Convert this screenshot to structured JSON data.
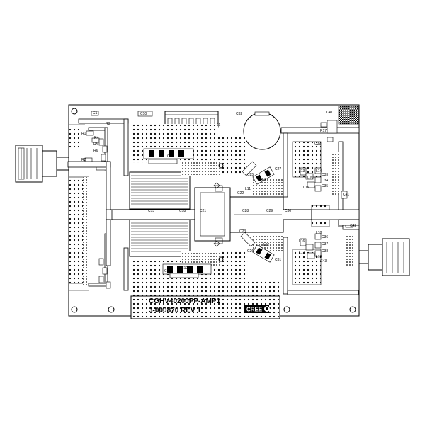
{
  "board": {
    "part_number": "CGHV40200PP-AMP1",
    "revision": "3-000870 REV 1",
    "logo": "CREE"
  },
  "labels": {
    "c1": "C1",
    "c10": "C10",
    "c11": "C11",
    "c12": "C12",
    "c13": "C13",
    "c15": "C15",
    "c18": "C18",
    "c21": "C21",
    "c22": "C22",
    "c23": "C23",
    "c24": "C24",
    "c25": "C25",
    "c26": "C26",
    "c27": "C27",
    "c28": "C28",
    "c29": "C29",
    "c30": "C30",
    "c31": "C31",
    "c32": "C32",
    "c33": "C33",
    "c34": "C34",
    "c35": "C35",
    "c36": "C36",
    "c37": "C37",
    "c38": "C38",
    "c39": "C39",
    "c40": "C40",
    "c41": "C41",
    "c42": "C42",
    "c43": "C43",
    "r1": "R1",
    "r2": "R2",
    "r3": "R3",
    "r4": "R4",
    "r5": "R5",
    "r6": "R6",
    "r17": "R17",
    "j1": "J1",
    "l11": "L11",
    "l12": "L12",
    "l13": "L13",
    "l14": "L14",
    "l15": "L15",
    "l16": "L16",
    "l17": "L17",
    "l18": "L18",
    "l19": "L19",
    "l20": "L20"
  }
}
